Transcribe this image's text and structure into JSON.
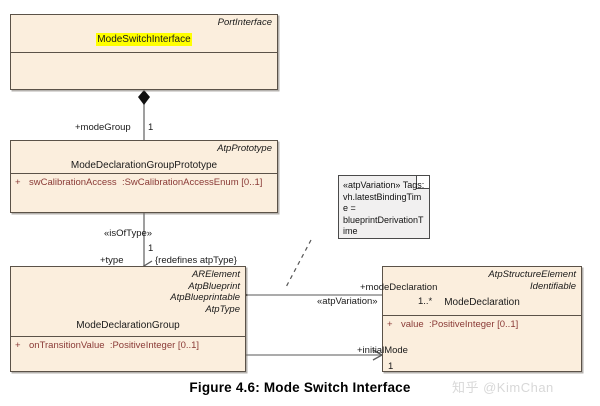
{
  "figure": {
    "caption": "Figure 4.6: Mode Switch Interface",
    "watermark": "知乎 @KimChan"
  },
  "colors": {
    "class_fill": "#fbeedd",
    "class_border": "#5b5248",
    "attribute_text": "#8a3a36",
    "note_fill": "#f1f0f0",
    "highlight": "#ffff00",
    "line": "#6b6b6b"
  },
  "classes": [
    {
      "id": "mode-switch-interface",
      "stereotypes": [
        "PortInterface"
      ],
      "name": "ModeSwitchInterface",
      "highlighted": true,
      "attributes": []
    },
    {
      "id": "mode-declaration-group-prototype",
      "stereotypes": [
        "AtpPrototype"
      ],
      "name": "ModeDeclarationGroupPrototype",
      "highlighted": false,
      "attributes": [
        {
          "visibility": "+",
          "name": "swCalibrationAccess",
          "type": ":SwCalibrationAccessEnum [0..1]"
        }
      ]
    },
    {
      "id": "mode-declaration-group",
      "stereotypes": [
        "ARElement",
        "AtpBlueprint",
        "AtpBlueprintable",
        "AtpType"
      ],
      "name": "ModeDeclarationGroup",
      "highlighted": false,
      "attributes": [
        {
          "visibility": "+",
          "name": "onTransitionValue",
          "type": ":PositiveInteger [0..1]"
        }
      ]
    },
    {
      "id": "mode-declaration",
      "stereotypes": [
        "AtpStructureElement",
        "Identifiable"
      ],
      "name": "ModeDeclaration",
      "highlighted": false,
      "attributes": [
        {
          "visibility": "+",
          "name": "value",
          "type": ":PositiveInteger [0..1]"
        }
      ]
    }
  ],
  "note": {
    "id": "atp-variation-note",
    "text": "«atpVariation» Tags: vh.latestBindingTime = blueprintDerivationTime"
  },
  "edges": {
    "composition_mode_group": {
      "role": "+modeGroup",
      "multiplicity": "1"
    },
    "is_of_type": {
      "stereotype": "«isOfType»",
      "multiplicity": "1",
      "role": "+type",
      "constraint": "{redefines atpType}"
    },
    "mode_declaration": {
      "role": "+modeDeclaration",
      "stereotype": "«atpVariation»",
      "multiplicity": "1..*"
    },
    "initial_mode": {
      "role": "+initialMode",
      "multiplicity": "1"
    }
  }
}
